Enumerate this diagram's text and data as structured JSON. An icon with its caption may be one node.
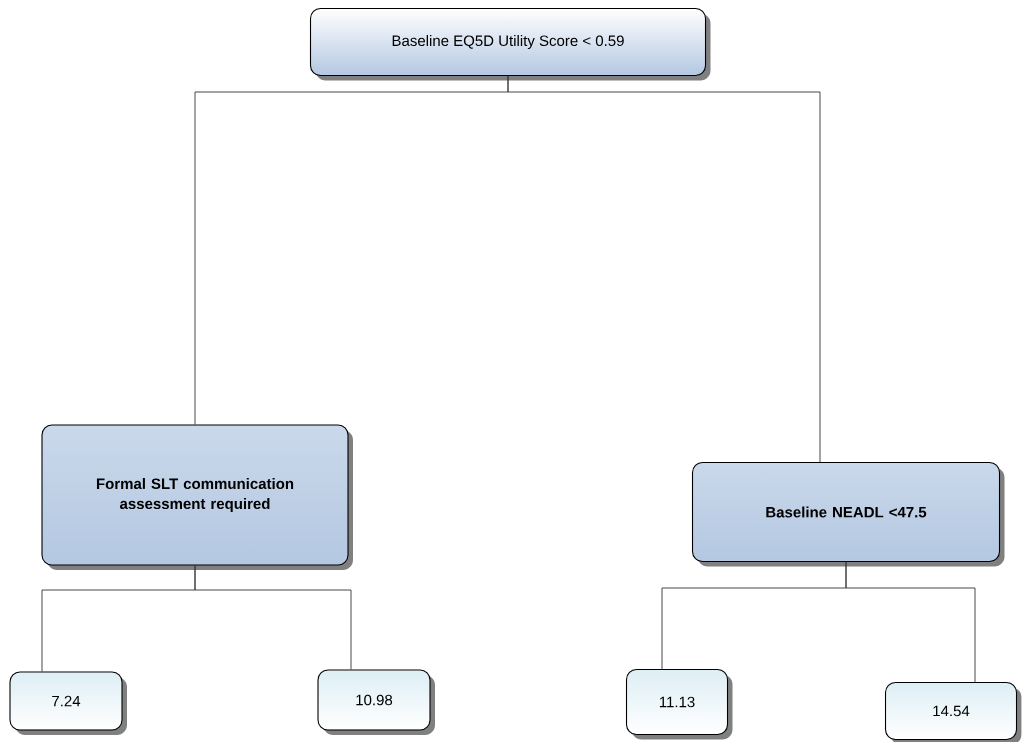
{
  "diagram": {
    "nodes": [
      {
        "text": [
          "Baseline EQ5D Utility Score < 0.59"
        ]
      },
      {
        "text": [
          "Formal SLT communication assessment required"
        ]
      },
      {
        "text": [
          "Baseline NEADL <47.5"
        ]
      },
      {
        "text": [
          "7.24"
        ]
      },
      {
        "text": [
          "10.98"
        ]
      },
      {
        "text": [
          "11.13"
        ]
      },
      {
        "text": [
          "14.54"
        ]
      }
    ],
    "edges": [
      {
        "from": 0,
        "to": 1,
        "arrow": "none"
      },
      {
        "from": 0,
        "to": 2,
        "arrow": "none"
      },
      {
        "from": 1,
        "to": 3,
        "arrow": "none"
      },
      {
        "from": 1,
        "to": 4,
        "arrow": "none"
      },
      {
        "from": 2,
        "to": 5,
        "arrow": "none"
      },
      {
        "from": 2,
        "to": 6,
        "arrow": "none"
      }
    ]
  }
}
